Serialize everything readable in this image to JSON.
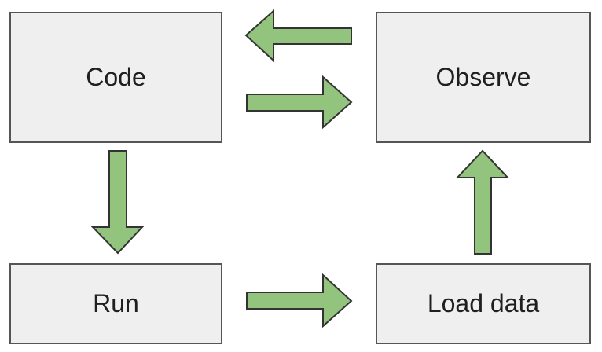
{
  "nodes": {
    "code": "Code",
    "observe": "Observe",
    "run": "Run",
    "load_data": "Load data"
  },
  "edges": [
    {
      "from": "observe",
      "to": "code"
    },
    {
      "from": "code",
      "to": "observe"
    },
    {
      "from": "code",
      "to": "run"
    },
    {
      "from": "run",
      "to": "load_data"
    },
    {
      "from": "load_data",
      "to": "observe"
    }
  ],
  "colors": {
    "box_fill": "#efefef",
    "box_border": "#555555",
    "arrow_fill": "#93c47d",
    "arrow_stroke": "#333333",
    "text": "#1f1f1f"
  }
}
